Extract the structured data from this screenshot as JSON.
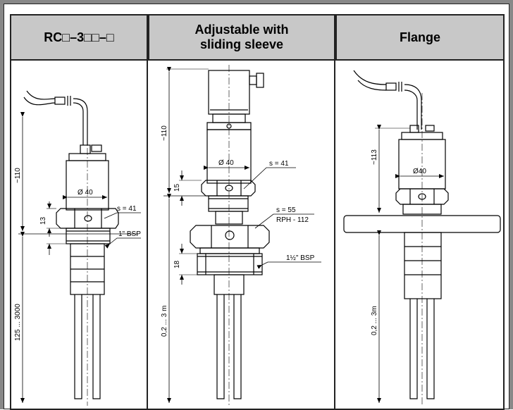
{
  "columns": [
    {
      "header": "RC□–3□□–□"
    },
    {
      "header": "Adjustable with sliding sleeve"
    },
    {
      "header": "Flange"
    }
  ],
  "col1": {
    "dim_head": "~110",
    "dim_hex": "13",
    "dim_length": "125 ... 3000",
    "diameter": "Ø 40",
    "wrench": "s = 41",
    "thread": "1\" BSP"
  },
  "col2": {
    "dim_head": "~110",
    "dim_hex": "15",
    "dim_sleeve": "18",
    "dim_length": "0,2 ... 3 m",
    "diameter": "Ø 40",
    "wrench1": "s = 41",
    "wrench2": "s = 55",
    "sleeve_code": "RPH - 112",
    "thread": "1½\" BSP"
  },
  "col3": {
    "dim_head": "~113",
    "dim_length": "0,2 ... 3m",
    "diameter": "Ø40"
  }
}
